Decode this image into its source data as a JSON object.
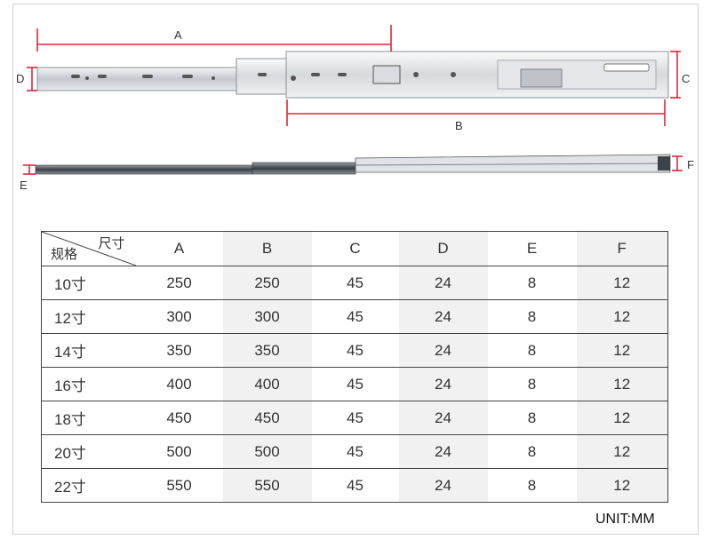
{
  "dimensions": {
    "A": "A",
    "B": "B",
    "C": "C",
    "D": "D",
    "E": "E",
    "F": "F"
  },
  "table": {
    "corner_top": "尺寸",
    "corner_bottom": "规格",
    "headers": [
      "A",
      "B",
      "C",
      "D",
      "E",
      "F"
    ],
    "rows": [
      {
        "label": "10寸",
        "values": [
          "250",
          "250",
          "45",
          "24",
          "8",
          "12"
        ]
      },
      {
        "label": "12寸",
        "values": [
          "300",
          "300",
          "45",
          "24",
          "8",
          "12"
        ]
      },
      {
        "label": "14寸",
        "values": [
          "350",
          "350",
          "45",
          "24",
          "8",
          "12"
        ]
      },
      {
        "label": "16寸",
        "values": [
          "400",
          "400",
          "45",
          "24",
          "8",
          "12"
        ]
      },
      {
        "label": "18寸",
        "values": [
          "450",
          "450",
          "45",
          "24",
          "8",
          "12"
        ]
      },
      {
        "label": "20寸",
        "values": [
          "500",
          "500",
          "45",
          "24",
          "8",
          "12"
        ]
      },
      {
        "label": "22寸",
        "values": [
          "550",
          "550",
          "45",
          "24",
          "8",
          "12"
        ]
      }
    ]
  },
  "unit": "UNIT:MM",
  "colors": {
    "dimension_line": "#e2243b",
    "rail_metal": "#c9ccd1",
    "rail_dark": "#444a52",
    "table_shade": "#f1f1f1"
  }
}
